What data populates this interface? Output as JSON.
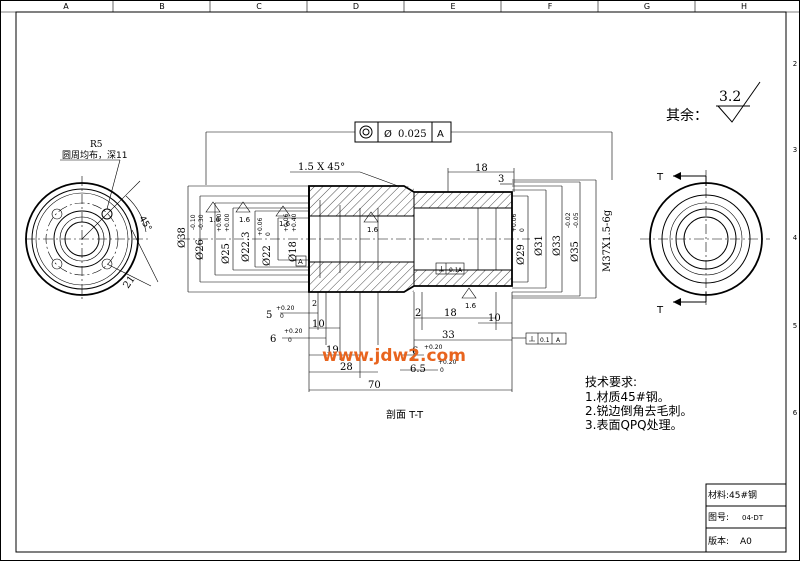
{
  "columns": [
    "A",
    "B",
    "C",
    "D",
    "E",
    "F",
    "G",
    "H"
  ],
  "rows": [
    "2",
    "3",
    "4",
    "5",
    "6"
  ],
  "surface_note": {
    "label": "其余：",
    "value": "3.2"
  },
  "left_view": {
    "radius_label": "R5",
    "pattern_label": "圆周均布，深11",
    "angle_label": "45°",
    "dim_21": "21"
  },
  "section": {
    "title": "剖面 T-T",
    "tolerance_frame": {
      "value": "0.025",
      "datum": "A"
    },
    "chamfer": "1.5 X 45°",
    "datum_a": "A",
    "left_diams": [
      {
        "text": "Ø38"
      },
      {
        "text": "Ø26",
        "tol_up": "-0.10",
        "tol_dn": "-0.30"
      },
      {
        "text": "Ø25",
        "tol_up": "+0.60",
        "tol_dn": "+0.00"
      },
      {
        "text": "Ø22.3"
      },
      {
        "text": "Ø22",
        "tol_up": "+0.06",
        "tol_dn": "0"
      },
      {
        "text": "Ø18",
        "tol_up": "+0.06",
        "tol_dn": "+0.40"
      }
    ],
    "right_diams": [
      {
        "text": "Ø29",
        "tol_up": "+0.06",
        "tol_dn": "0"
      },
      {
        "text": "Ø31"
      },
      {
        "text": "Ø33"
      },
      {
        "text": "Ø35",
        "tol_up": "-0.02",
        "tol_dn": "-0.05"
      },
      {
        "text": "M37X1.5-6g"
      }
    ],
    "roughness": [
      "1.6",
      "1.6",
      "1.6",
      "1.6",
      "1.6"
    ],
    "perp_frame": {
      "value": "0.1",
      "datum": "A"
    },
    "bottom_dims": {
      "d5": "5",
      "d5_tol_up": "+0.20",
      "d5_tol_dn": "0",
      "d6": "6",
      "d6_tol_up": "+0.20",
      "d6_tol_dn": "0",
      "d10": "10",
      "d19": "19",
      "d28": "28",
      "d70": "70",
      "d6b": "6",
      "d6b_tol_up": "+0.20",
      "d65": "6.5",
      "d65_tol_up": "+0.20",
      "d65_tol_dn": "0",
      "d2a": "2",
      "d2b": "2",
      "d18b": "18",
      "d10b": "10",
      "d33": "33"
    },
    "top_dims": {
      "d18": "18",
      "d3": "3"
    }
  },
  "right_view": {
    "section_mark_top": "T",
    "section_mark_bottom": "T"
  },
  "tech_requirements": {
    "title": "技术要求:",
    "items": [
      "1.材质45#钢。",
      "2.锐边倒角去毛刺。",
      "3.表面QPQ处理。"
    ]
  },
  "title_block": {
    "material": "材料:45#钢",
    "drawing_no_label": "图号:",
    "drawing_no": "04-DT",
    "version_label": "版本:",
    "version": "A0"
  },
  "watermark": "www.jdw2.com"
}
